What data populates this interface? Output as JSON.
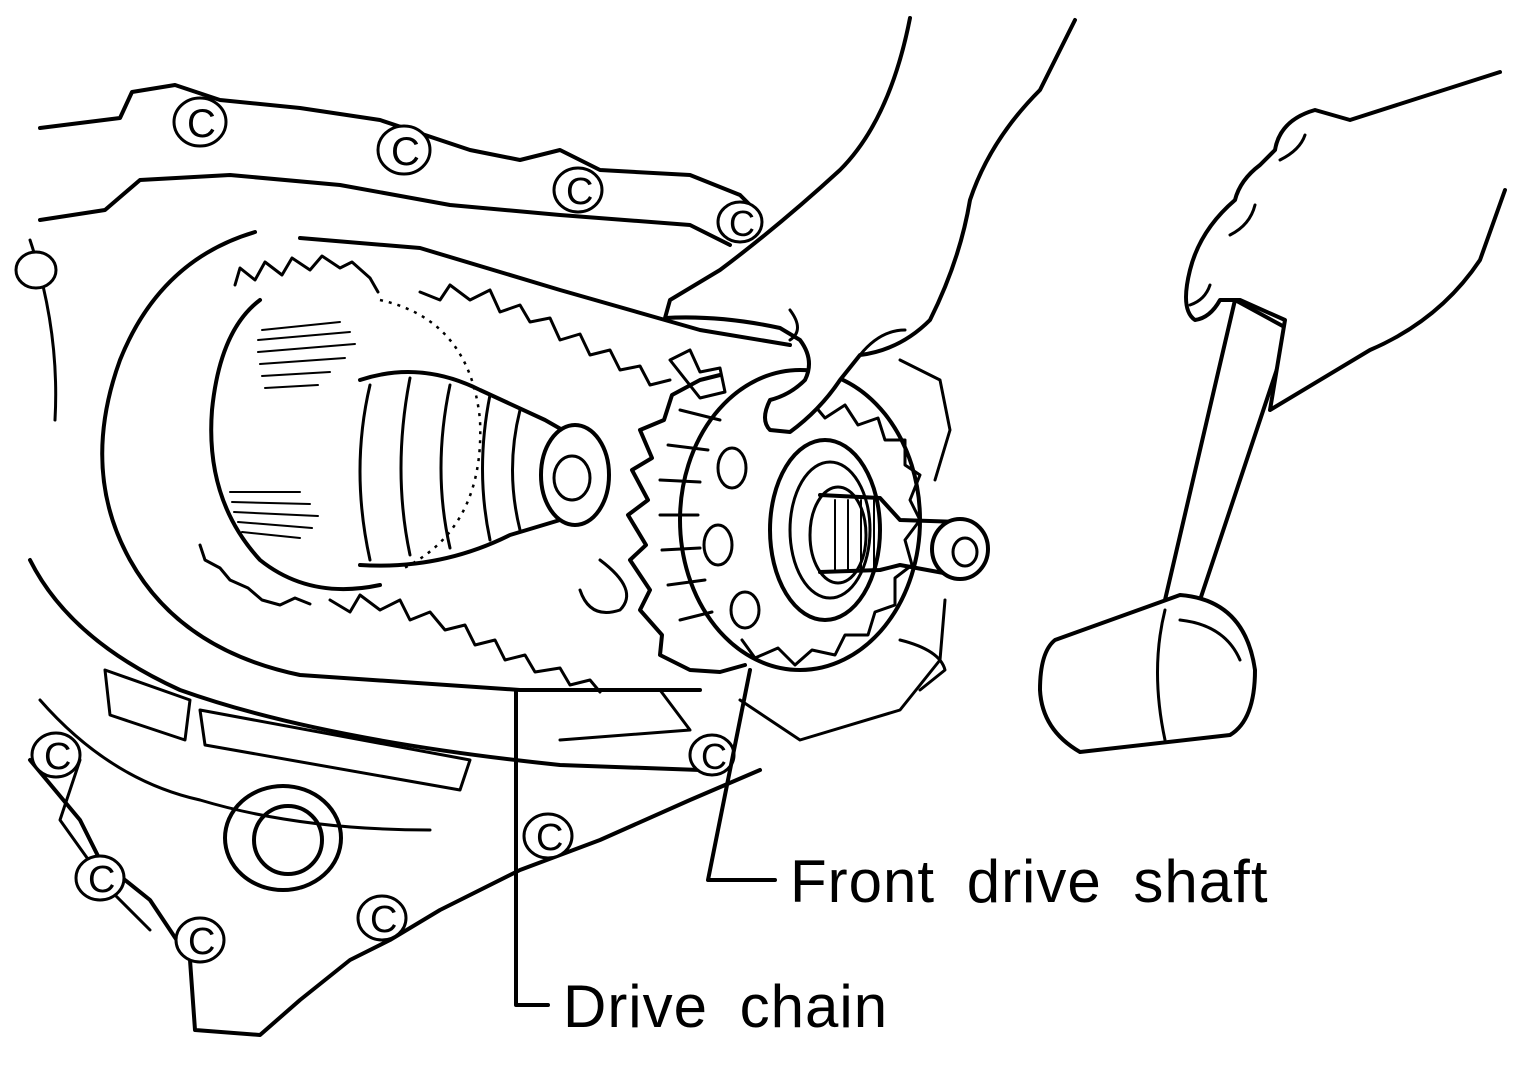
{
  "labels": {
    "front_drive_shaft": "Front drive shaft",
    "drive_chain": "Drive chain"
  },
  "bolt_glyph": "C",
  "colors": {
    "line": "#000000",
    "background": "#ffffff"
  }
}
